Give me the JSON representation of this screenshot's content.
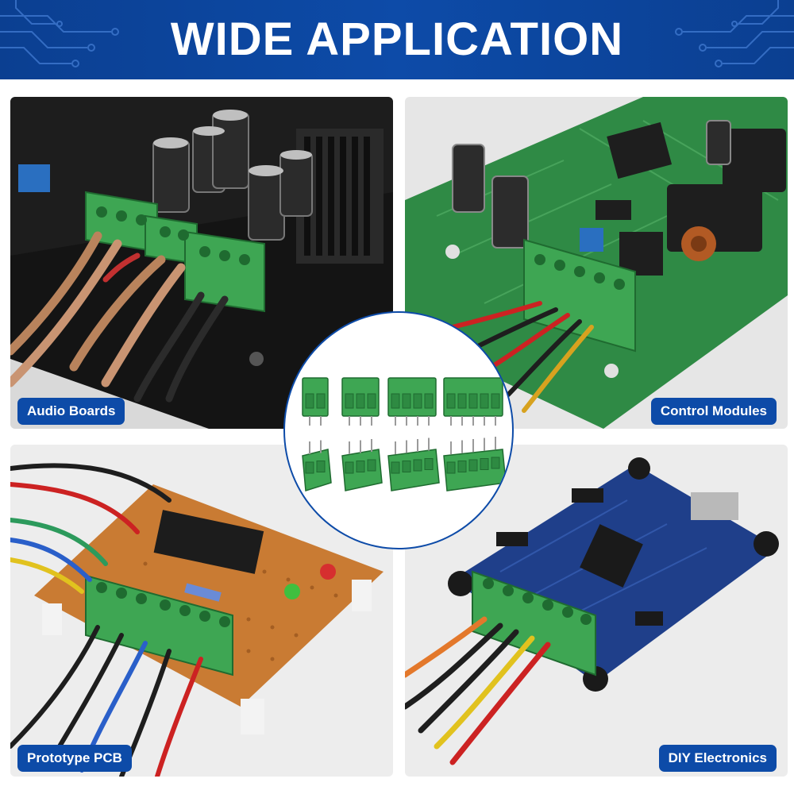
{
  "banner": {
    "title": "WIDE APPLICATION",
    "color": "#0d4ba8"
  },
  "applications": [
    {
      "label": "Audio Boards"
    },
    {
      "label": "Control Modules"
    },
    {
      "label": "Prototype PCB"
    },
    {
      "label": "DIY Electronics"
    }
  ],
  "terminal_blocks": {
    "pin_counts": [
      2,
      3,
      4,
      5
    ],
    "color": "#3ea653"
  }
}
